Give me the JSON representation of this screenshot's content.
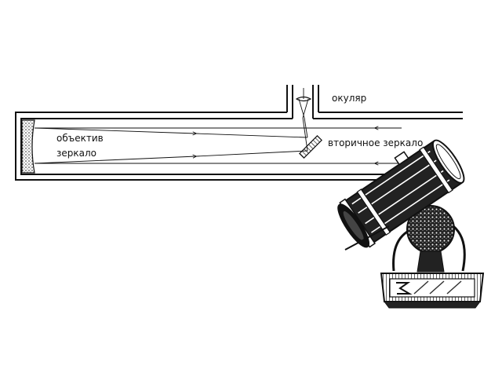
{
  "labels": {
    "eyepiece": "окуляр",
    "objective_line1": "объектив",
    "objective_line2": "зеркало",
    "secondary_mirror": "вторичное зеркало"
  },
  "colors": {
    "ink": "#111111",
    "paper": "#ffffff",
    "shade": "#555555"
  }
}
